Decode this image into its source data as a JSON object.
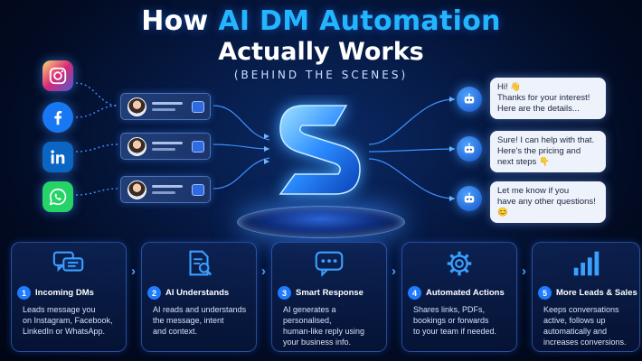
{
  "header": {
    "title_prefix": "How",
    "title_accent": "AI DM Automation",
    "title_line2": "Actually Works",
    "subtitle": "(BEHIND THE SCENES)"
  },
  "channels": [
    {
      "name": "instagram-icon",
      "color": "#e1306c"
    },
    {
      "name": "facebook-icon",
      "color": "#1877f2"
    },
    {
      "name": "linkedin-icon",
      "color": "#0a66c2"
    },
    {
      "name": "whatsapp-icon",
      "color": "#25d366"
    }
  ],
  "bubbles": [
    {
      "text": "Hi! 👋\nThanks for your interest!\nHere are the details..."
    },
    {
      "text": "Sure! I can help with that.\nHere's the pricing and\nnext steps 👇"
    },
    {
      "text": "Let me know if you\nhave any other questions!\n😊"
    }
  ],
  "steps": [
    {
      "num": "1",
      "name": "Incoming DMs",
      "desc": "Leads message you\non Instagram, Facebook,\nLinkedIn or WhatsApp."
    },
    {
      "num": "2",
      "name": "AI Understands",
      "desc": "AI reads and understands\nthe message, intent\nand context."
    },
    {
      "num": "3",
      "name": "Smart Response",
      "desc": "AI generates a personalised,\nhuman-like reply using\nyour business info."
    },
    {
      "num": "4",
      "name": "Automated Actions",
      "desc": "Shares links, PDFs,\nbookings or forwards\nto your team if needed."
    },
    {
      "num": "5",
      "name": "More Leads & Sales",
      "desc": "Keeps conversations\nactive, follows up\nautomatically and\nincreases conversions."
    }
  ],
  "colors": {
    "accent": "#22b6ff",
    "step_number": "#1f7bff"
  }
}
